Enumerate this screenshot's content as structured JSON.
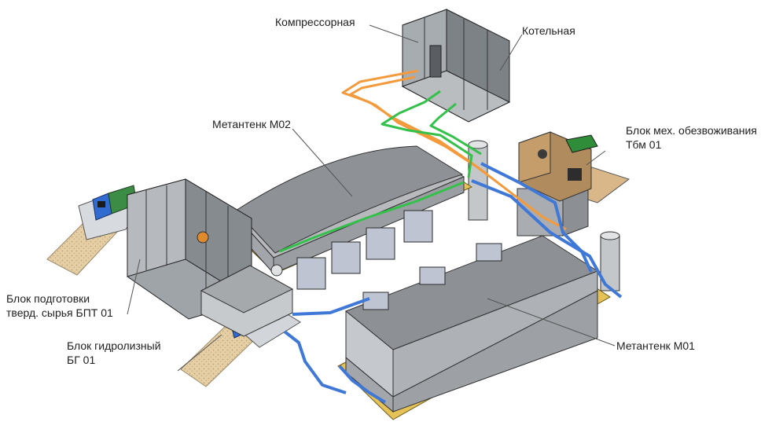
{
  "labels": {
    "compressor": "Компрессорная",
    "boiler": "Котельная",
    "digester_m02": "Метантенк М02",
    "dewatering_line1": "Блок мех. обезвоживания",
    "dewatering_line2": "Тбм 01",
    "prep_line1": "Блок подготовки",
    "prep_line2": "тверд. сырья БПТ 01",
    "hydrolysis_line1": "Блок гидролизный",
    "hydrolysis_line2": "БГ 01",
    "digester_m01": "Метантенк М01"
  },
  "colors": {
    "orange_pipe": "#f39a3c",
    "green_pipe": "#33c14a",
    "blue_pipe": "#3f78d6",
    "truck_blue": "#2f6bd0",
    "pad_yellow": "#e6c04c"
  }
}
